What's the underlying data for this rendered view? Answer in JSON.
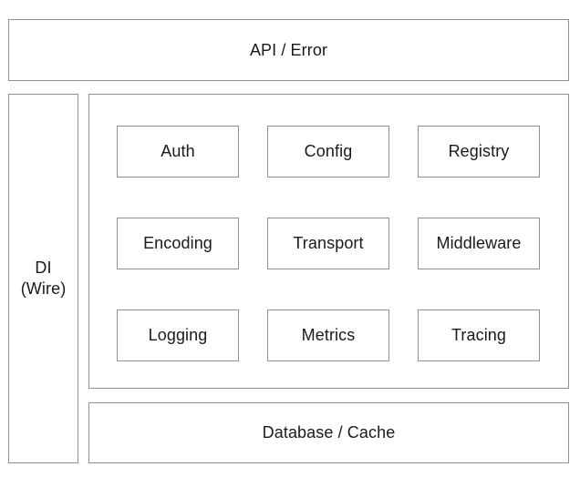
{
  "diagram": {
    "colors": {
      "background": "#ffffff",
      "border": "#919191",
      "text": "#1a1a1a"
    },
    "api_box": {
      "label": "API / Error"
    },
    "di_box": {
      "lines": [
        "DI",
        "(Wire)"
      ]
    },
    "modules": [
      {
        "label": "Auth"
      },
      {
        "label": "Config"
      },
      {
        "label": "Registry"
      },
      {
        "label": "Encoding"
      },
      {
        "label": "Transport"
      },
      {
        "label": "Middleware"
      },
      {
        "label": "Logging"
      },
      {
        "label": "Metrics"
      },
      {
        "label": "Tracing"
      }
    ],
    "db_box": {
      "label": "Database / Cache"
    }
  }
}
